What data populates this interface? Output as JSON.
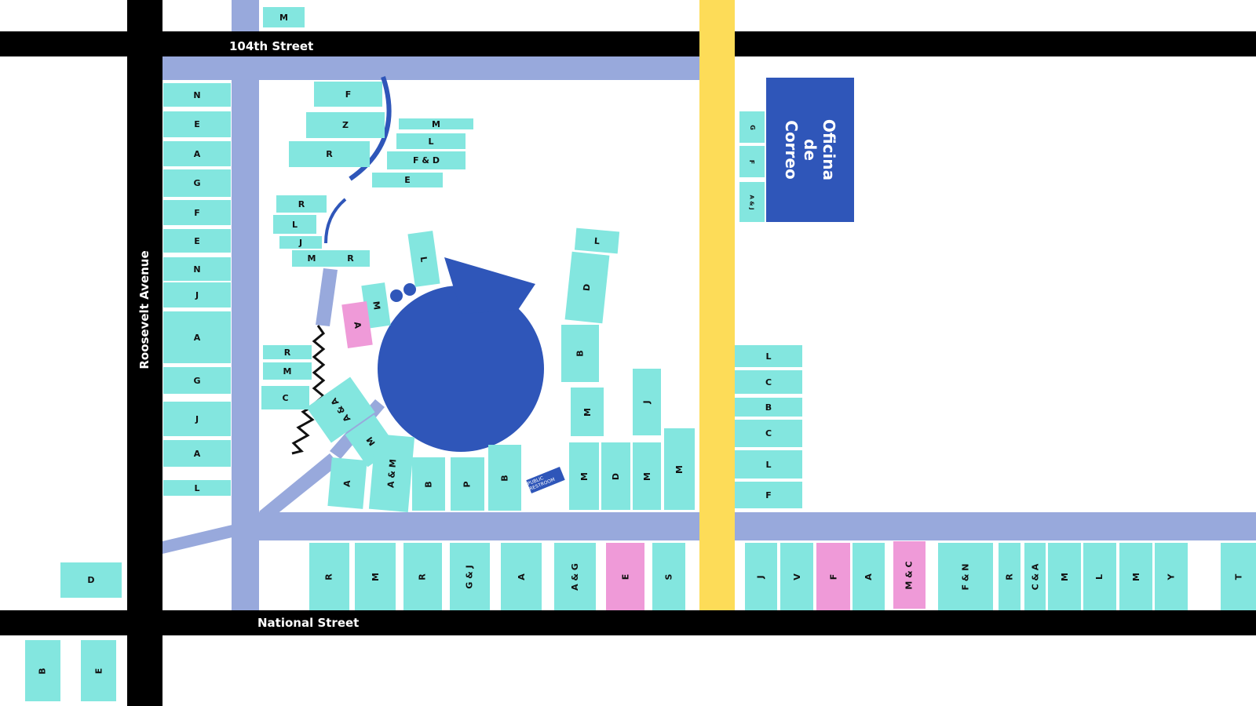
{
  "streets": {
    "top": "104th Street",
    "bottom": "National Street",
    "left": "Roosevelt Avenue"
  },
  "post_office": {
    "label": "Oficina de\nCorreo"
  },
  "restroom": {
    "label": "PUBLIC RESTROOM"
  },
  "colors": {
    "road": "#000000",
    "path": "#98a9dc",
    "yellow_path": "#fddc58",
    "stall": "#83e6df",
    "stall_highlight": "#ef9ad8",
    "fountain": "#2f56b9"
  },
  "stalls": {
    "top_left_outside": "M",
    "left_column": [
      "N",
      "E",
      "A",
      "G",
      "F",
      "E",
      "N",
      "J",
      "A",
      "G",
      "J",
      "A",
      "L"
    ],
    "top_cluster": [
      "F",
      "Z",
      "R",
      "M",
      "L",
      "F & D",
      "E"
    ],
    "mid_cluster": [
      "R",
      "L",
      "J",
      "M",
      "R"
    ],
    "center_L": "L",
    "center_M": "M",
    "center_A": "A",
    "lower_left": [
      "R",
      "M",
      "C"
    ],
    "arc_stalls": [
      "A & A",
      "M",
      "A",
      "A & M",
      "B",
      "P",
      "B"
    ],
    "right_of_fountain": [
      "L",
      "D",
      "B",
      "M",
      "J",
      "M",
      "D",
      "M",
      "M"
    ],
    "post_small": [
      "G",
      "F",
      "A & J"
    ],
    "right_column": [
      "L",
      "C",
      "B",
      "C",
      "L",
      "F"
    ],
    "bottom_row_left": [
      "R",
      "M",
      "R",
      "G & J",
      "A",
      "A & G",
      "E",
      "S"
    ],
    "bottom_row_right": [
      "J",
      "V",
      "F",
      "A",
      "M & C",
      "F & N",
      "R",
      "C & A",
      "M",
      "L",
      "M",
      "Y",
      "T"
    ],
    "outside_left": "D",
    "outside_bottom": [
      "B",
      "E"
    ]
  }
}
